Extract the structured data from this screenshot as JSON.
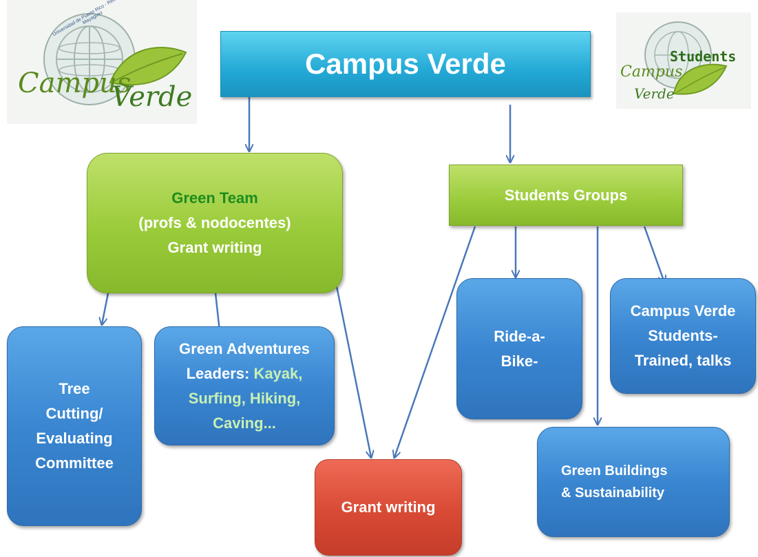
{
  "title": "Campus Verde",
  "green_team": {
    "title": "Green Team",
    "line2": "(profs & nodocentes)",
    "line3": "Grant writing"
  },
  "students_groups": "Students Groups",
  "tree_committee": [
    "Tree",
    "Cutting/",
    "Evaluating",
    "Committee"
  ],
  "adventures": {
    "line1": "Green Adventures",
    "line2_prefix": "Leaders: ",
    "line2_hl": "Kayak,",
    "line3": "Surfing, Hiking,",
    "line4": "Caving..."
  },
  "ride": [
    "Ride-a-",
    "Bike-"
  ],
  "campus_verde_students": [
    "Campus Verde",
    "Students-",
    "Trained, talks"
  ],
  "green_buildings": [
    "Green Buildings",
    "& Sustainability"
  ],
  "grant_writing": "Grant writing",
  "logo_left": {
    "script": "Campus",
    "verde": "Verde",
    "ring": "Universidad de Puerto Rico - Recinto de Mayagüez"
  },
  "logo_right": {
    "students": "Students",
    "script": "Campus",
    "verde": "Verde"
  },
  "colors": {
    "title_blue": "#23a9d6",
    "green": "#9acb3a",
    "blue": "#3a86d1",
    "red": "#d84a35",
    "arrow": "#4a78b8"
  }
}
